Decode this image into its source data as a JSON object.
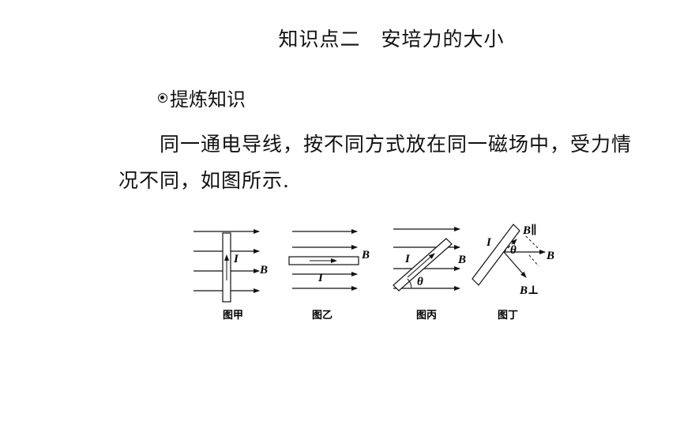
{
  "title": {
    "part1": "知识点二",
    "part2": "安培力的大小"
  },
  "section": {
    "label": "提炼知识"
  },
  "paragraph": "同一通电导线，按不同方式放在同一磁场中，受力情况不同，如图所示.",
  "figures": {
    "captions": [
      "图甲",
      "图乙",
      "图丙",
      "图丁"
    ],
    "labels": {
      "current": "I",
      "field": "B",
      "angle": "θ",
      "b_parallel": "B∥",
      "b_perp": "B⊥"
    }
  }
}
